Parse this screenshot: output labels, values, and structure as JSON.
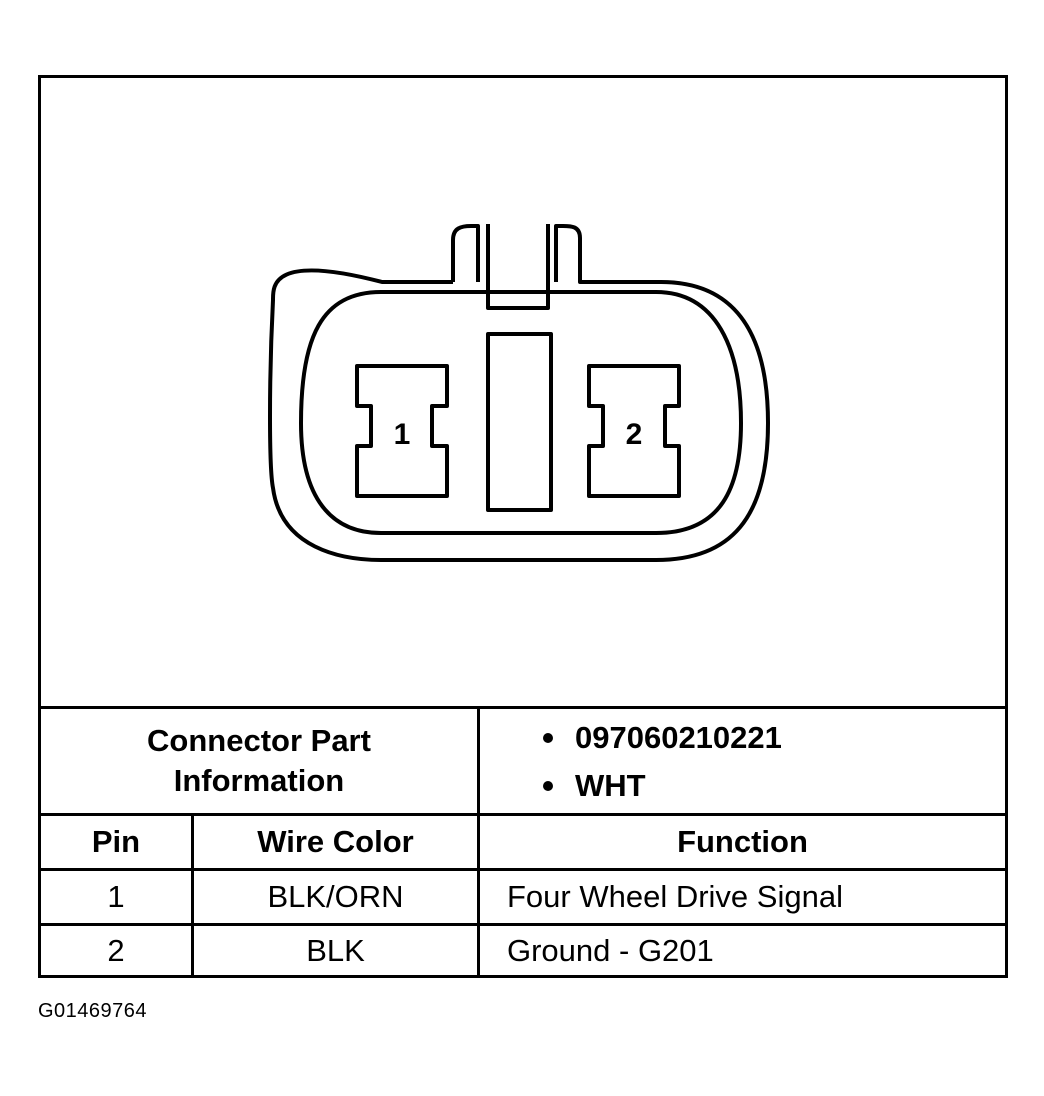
{
  "connector": {
    "pin_labels": [
      "1",
      "2"
    ]
  },
  "part_info": {
    "label_line1": "Connector Part",
    "label_line2": "Information",
    "items": [
      "097060210221",
      "WHT"
    ]
  },
  "table": {
    "headers": {
      "pin": "Pin",
      "wire_color": "Wire Color",
      "function": "Function"
    },
    "rows": [
      {
        "pin": "1",
        "wire_color": "BLK/ORN",
        "function": "Four Wheel Drive Signal"
      },
      {
        "pin": "2",
        "wire_color": "BLK",
        "function": "Ground - G201"
      }
    ]
  },
  "figure_id": "G01469764"
}
